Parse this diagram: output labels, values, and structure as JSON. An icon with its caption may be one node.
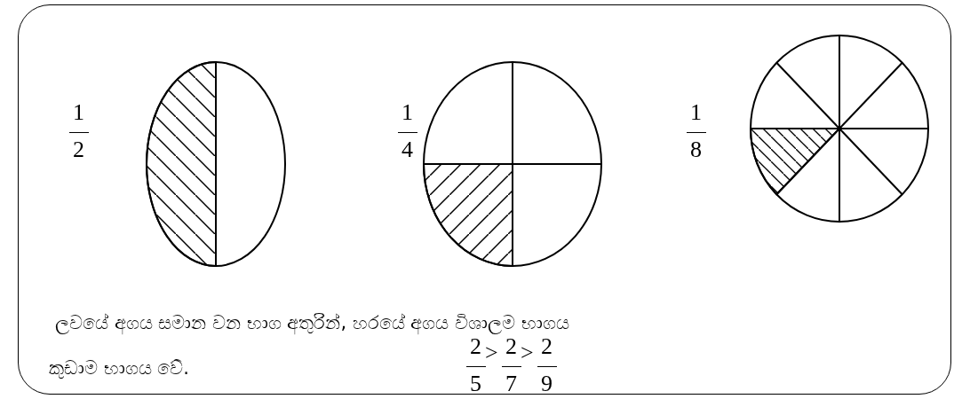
{
  "diagram": {
    "labels": [
      "1",
      "2",
      "1",
      "4",
      "1",
      "8",
      "ලවයේ අගය සමාන වන භාග අතුරින්, හරයේ අගය විශාලම  භාගය",
      "කුඩාම භාගය වේ.",
      "2",
      "5",
      ">",
      "2",
      "7",
      ">",
      "2",
      "9"
    ]
  }
}
